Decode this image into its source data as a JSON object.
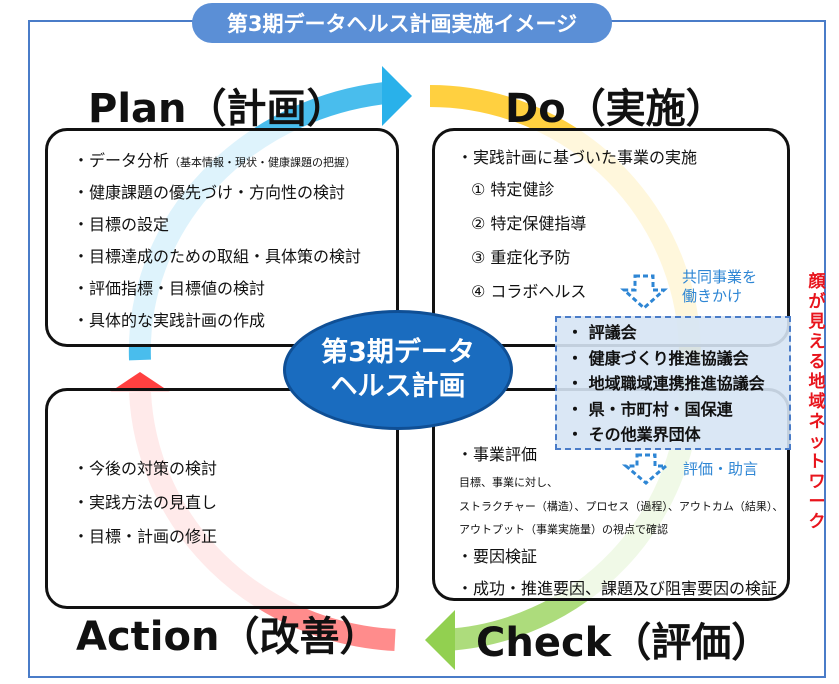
{
  "title": "第3期データヘルス計画実施イメージ",
  "colors": {
    "plan": "#29b1ea",
    "do": "#ffc000",
    "check": "#92d050",
    "action": "#ff0000",
    "frame": "#4a7cc8",
    "center": "#1a6cbf"
  },
  "plan": {
    "label": "Plan（計画）",
    "items": [
      "・データ分析",
      "健康課題の優先づけ・方向性の検討",
      "目標の設定",
      "目標達成のための取組・具体策の検討",
      "評価指標・目標値の検討",
      "具体的な実践計画の作成"
    ],
    "note": "（基本情報・現状・健康課題の把握）"
  },
  "do": {
    "label": "Do（実施）",
    "heading": "・実践計画に基づいた事業の実施",
    "items": [
      "① 特定健診",
      "② 特定保健指導",
      "③ 重症化予防",
      "④ コラボヘルス"
    ]
  },
  "check": {
    "label": "Check（評価）",
    "heading": "・事業評価",
    "lines": [
      "目標、事業に対し、",
      "ストラクチャー（構造）、プロセス（過程）、アウトカム（結果）、",
      "アウトプット（事業実施量）の視点で確認"
    ],
    "heading2": "・要因検証",
    "item": "・成功・推進要因、課題及び阻害要因の検証"
  },
  "action": {
    "label": "Action（改善）",
    "items": [
      "・今後の対策の検討",
      "・実践方法の見直し",
      "・目標・計画の修正"
    ]
  },
  "center": {
    "line1": "第3期データ",
    "line2": "ヘルス計画"
  },
  "network": {
    "items": [
      "・ 評議会",
      "・ 健康づくり推進協議会",
      "・ 地域職域連携推進協議会",
      "・ 県・市町村・国保連",
      "・ その他業界団体"
    ],
    "label": "顔が見える地域ネットワーク"
  },
  "arrows": {
    "joint_line1": "共同事業を",
    "joint_line2": "働きかけ",
    "evaluation": "評価・助言"
  }
}
